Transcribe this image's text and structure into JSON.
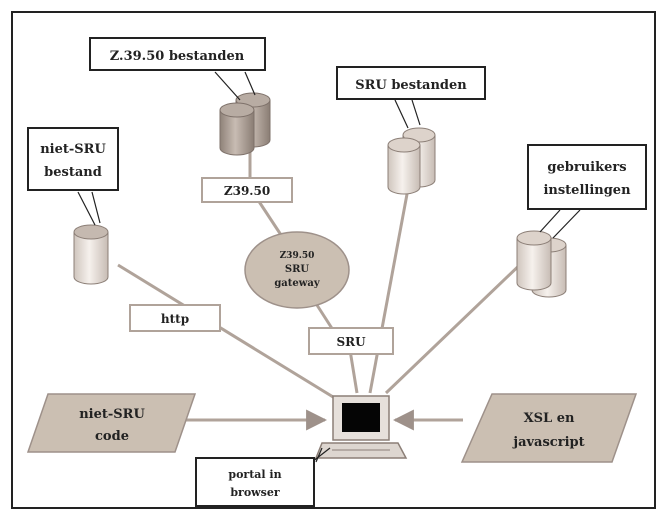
{
  "callouts": {
    "z3950_files": "Z.39.50 bestanden",
    "sru_files": "SRU bestanden",
    "non_sru_file_line1": "niet-SRU",
    "non_sru_file_line2": "bestand",
    "user_settings_line1": "gebruikers",
    "user_settings_line2": "instellingen"
  },
  "protocols": {
    "z3950": "Z39.50",
    "http": "http",
    "sru": "SRU"
  },
  "gateway": {
    "line1": "Z39.50",
    "line2": "SRU",
    "line3": "gateway"
  },
  "inputs": {
    "non_sru_code_line1": "niet-SRU",
    "non_sru_code_line2": "code",
    "xsl_line1": "XSL en",
    "xsl_line2": "javascript"
  },
  "portal": {
    "line1": "portal in",
    "line2": "browser"
  },
  "colors": {
    "stone": "#cbbfb2",
    "cylinder_dark": "#a89a8f",
    "cylinder_light": "#e8e0da",
    "line": "#b0a39a",
    "frame": "#222222"
  }
}
